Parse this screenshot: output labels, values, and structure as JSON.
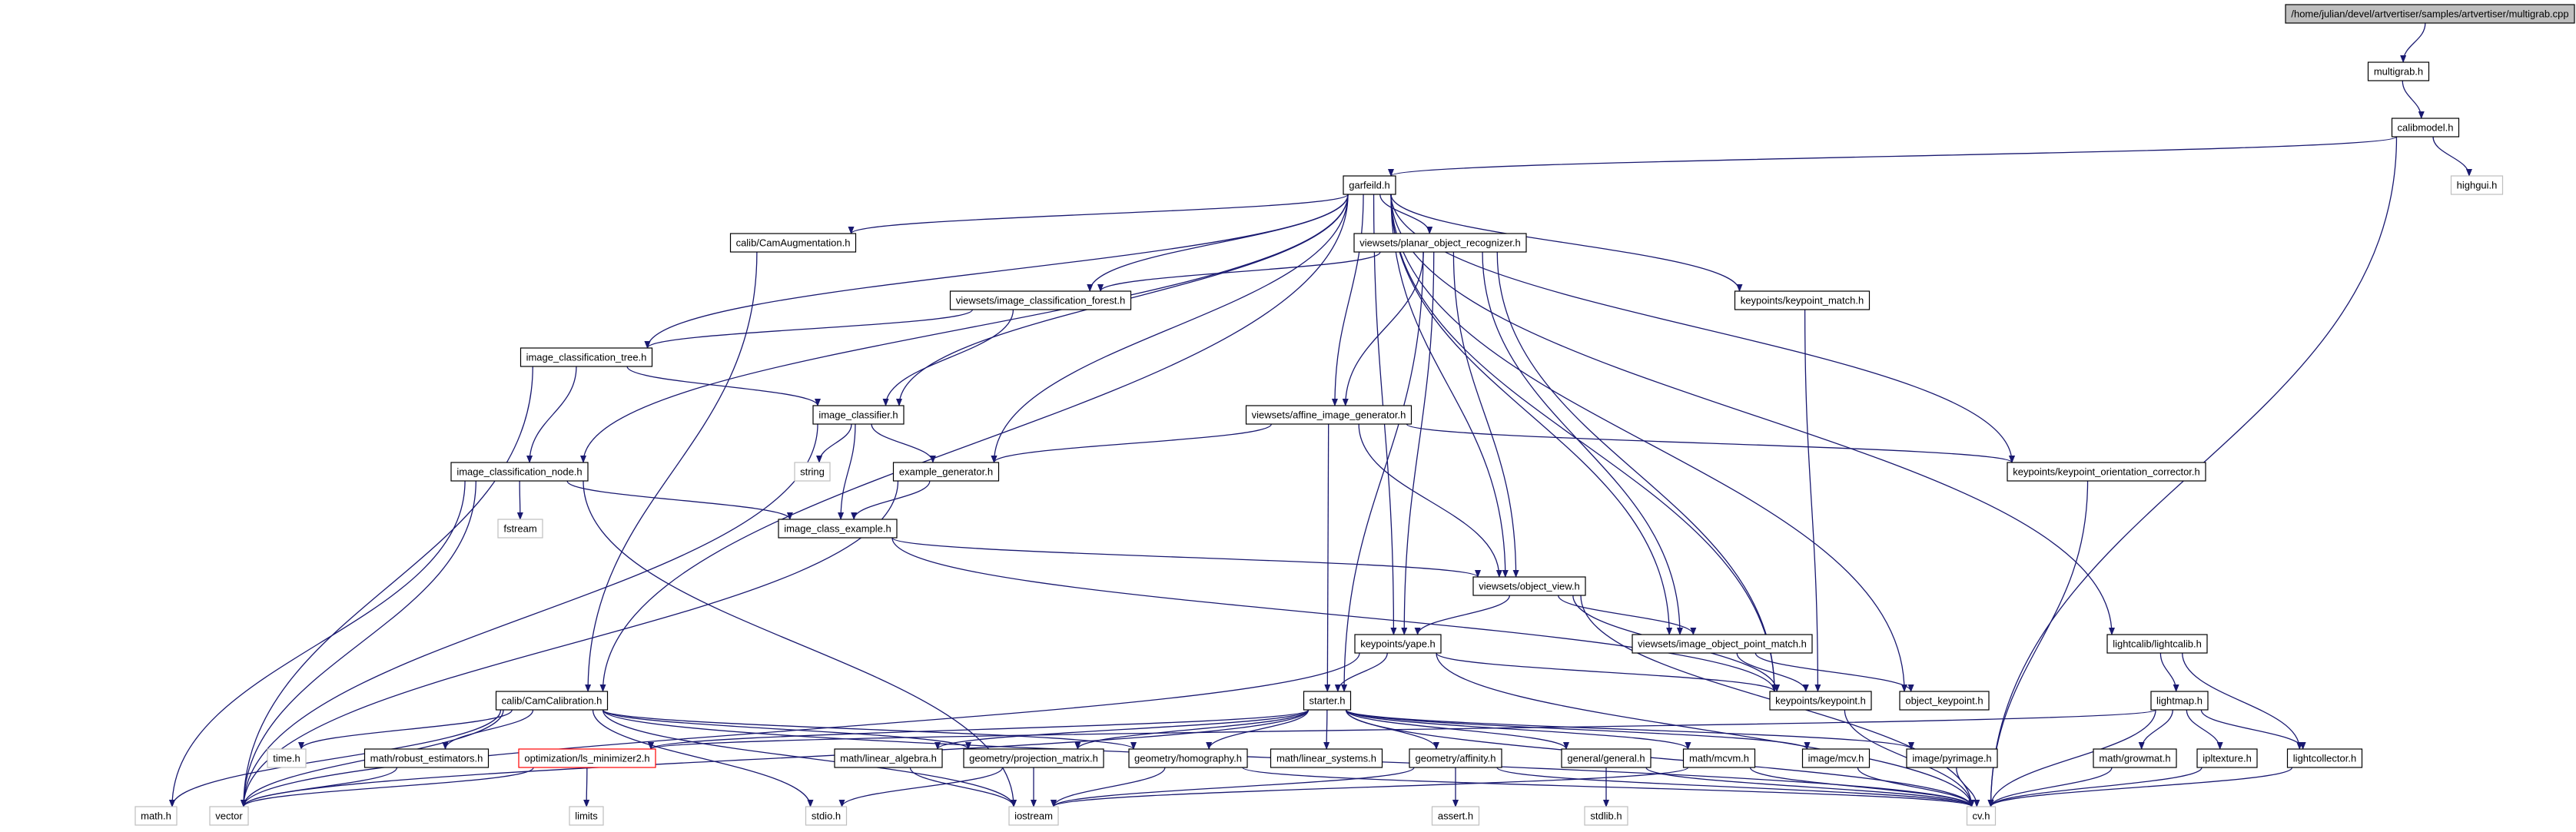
{
  "diagram": {
    "colors": {
      "edge": "#191970",
      "node_border": "#000000",
      "external_border": "#bfbfbf",
      "highlight_border": "#ff0000",
      "root_fill": "#bfbfbf",
      "node_fill": "#ffffff"
    },
    "nodes": [
      {
        "id": "root",
        "label": "/home/julian/devel/artvertiser/samples/artvertiser/multigrab.cpp",
        "style": "root"
      },
      {
        "id": "multigrab_h",
        "label": "multigrab.h",
        "style": "normal"
      },
      {
        "id": "calibmodel_h",
        "label": "calibmodel.h",
        "style": "normal"
      },
      {
        "id": "highgui_h",
        "label": "highgui.h",
        "style": "external"
      },
      {
        "id": "garfeild_h",
        "label": "garfeild.h",
        "style": "normal"
      },
      {
        "id": "camaug_h",
        "label": "calib/CamAugmentation.h",
        "style": "normal"
      },
      {
        "id": "planar_h",
        "label": "viewsets/planar_object_recognizer.h",
        "style": "normal"
      },
      {
        "id": "kpmatch_h",
        "label": "keypoints/keypoint_match.h",
        "style": "normal"
      },
      {
        "id": "icforest_h",
        "label": "viewsets/image_classification_forest.h",
        "style": "normal"
      },
      {
        "id": "ictree_h",
        "label": "image_classification_tree.h",
        "style": "normal"
      },
      {
        "id": "classifier_h",
        "label": "image_classifier.h",
        "style": "normal"
      },
      {
        "id": "affine_h",
        "label": "viewsets/affine_image_generator.h",
        "style": "normal"
      },
      {
        "id": "icnode_h",
        "label": "image_classification_node.h",
        "style": "normal"
      },
      {
        "id": "string",
        "label": "string",
        "style": "external"
      },
      {
        "id": "examplegen_h",
        "label": "example_generator.h",
        "style": "normal"
      },
      {
        "id": "kporient_h",
        "label": "keypoints/keypoint_orientation_corrector.h",
        "style": "normal"
      },
      {
        "id": "fstream",
        "label": "fstream",
        "style": "external"
      },
      {
        "id": "icexample_h",
        "label": "image_class_example.h",
        "style": "normal"
      },
      {
        "id": "objview_h",
        "label": "viewsets/object_view.h",
        "style": "normal"
      },
      {
        "id": "yape_h",
        "label": "keypoints/yape.h",
        "style": "normal"
      },
      {
        "id": "iopm_h",
        "label": "viewsets/image_object_point_match.h",
        "style": "normal"
      },
      {
        "id": "lightcalib_h",
        "label": "lightcalib/lightcalib.h",
        "style": "normal"
      },
      {
        "id": "camcalib_h",
        "label": "calib/CamCalibration.h",
        "style": "normal"
      },
      {
        "id": "starter_h",
        "label": "starter.h",
        "style": "normal"
      },
      {
        "id": "kp_h",
        "label": "keypoints/keypoint.h",
        "style": "normal"
      },
      {
        "id": "objkp_h",
        "label": "object_keypoint.h",
        "style": "normal"
      },
      {
        "id": "lightmap_h",
        "label": "lightmap.h",
        "style": "normal"
      },
      {
        "id": "time_h",
        "label": "time.h",
        "style": "external"
      },
      {
        "id": "robust_h",
        "label": "math/robust_estimators.h",
        "style": "normal"
      },
      {
        "id": "lsmin_h",
        "label": "optimization/ls_minimizer2.h",
        "style": "highlight"
      },
      {
        "id": "linalg_h",
        "label": "math/linear_algebra.h",
        "style": "normal"
      },
      {
        "id": "projmat_h",
        "label": "geometry/projection_matrix.h",
        "style": "normal"
      },
      {
        "id": "homog_h",
        "label": "geometry/homography.h",
        "style": "normal"
      },
      {
        "id": "linsys_h",
        "label": "math/linear_systems.h",
        "style": "normal"
      },
      {
        "id": "affinity_h",
        "label": "geometry/affinity.h",
        "style": "normal"
      },
      {
        "id": "general_h",
        "label": "general/general.h",
        "style": "normal"
      },
      {
        "id": "mcvm_h",
        "label": "math/mcvm.h",
        "style": "normal"
      },
      {
        "id": "mcv_h",
        "label": "image/mcv.h",
        "style": "normal"
      },
      {
        "id": "pyrimage_h",
        "label": "image/pyrimage.h",
        "style": "normal"
      },
      {
        "id": "growmat_h",
        "label": "math/growmat.h",
        "style": "normal"
      },
      {
        "id": "ipltexture_h",
        "label": "ipltexture.h",
        "style": "normal"
      },
      {
        "id": "lightcollector_h",
        "label": "lightcollector.h",
        "style": "normal"
      },
      {
        "id": "math_h",
        "label": "math.h",
        "style": "external"
      },
      {
        "id": "vector",
        "label": "vector",
        "style": "external"
      },
      {
        "id": "limits",
        "label": "limits",
        "style": "external"
      },
      {
        "id": "stdio_h",
        "label": "stdio.h",
        "style": "external"
      },
      {
        "id": "iostream",
        "label": "iostream",
        "style": "external"
      },
      {
        "id": "assert_h",
        "label": "assert.h",
        "style": "external"
      },
      {
        "id": "stdlib_h",
        "label": "stdlib.h",
        "style": "external"
      },
      {
        "id": "cv_h",
        "label": "cv.h",
        "style": "external"
      }
    ],
    "edges": [
      [
        "root",
        "multigrab_h"
      ],
      [
        "multigrab_h",
        "calibmodel_h"
      ],
      [
        "calibmodel_h",
        "garfeild_h"
      ],
      [
        "calibmodel_h",
        "highgui_h"
      ],
      [
        "calibmodel_h",
        "cv_h"
      ],
      [
        "garfeild_h",
        "camaug_h"
      ],
      [
        "garfeild_h",
        "planar_h"
      ],
      [
        "garfeild_h",
        "kpmatch_h"
      ],
      [
        "garfeild_h",
        "icforest_h"
      ],
      [
        "garfeild_h",
        "ictree_h"
      ],
      [
        "garfeild_h",
        "classifier_h"
      ],
      [
        "garfeild_h",
        "affine_h"
      ],
      [
        "garfeild_h",
        "icnode_h"
      ],
      [
        "garfeild_h",
        "examplegen_h"
      ],
      [
        "garfeild_h",
        "kporient_h"
      ],
      [
        "garfeild_h",
        "objview_h"
      ],
      [
        "garfeild_h",
        "yape_h"
      ],
      [
        "garfeild_h",
        "iopm_h"
      ],
      [
        "garfeild_h",
        "lightcalib_h"
      ],
      [
        "garfeild_h",
        "camcalib_h"
      ],
      [
        "garfeild_h",
        "kp_h"
      ],
      [
        "garfeild_h",
        "objkp_h"
      ],
      [
        "camaug_h",
        "camcalib_h"
      ],
      [
        "planar_h",
        "icforest_h"
      ],
      [
        "planar_h",
        "affine_h"
      ],
      [
        "planar_h",
        "objview_h"
      ],
      [
        "planar_h",
        "yape_h"
      ],
      [
        "planar_h",
        "starter_h"
      ],
      [
        "planar_h",
        "iopm_h"
      ],
      [
        "planar_h",
        "kp_h"
      ],
      [
        "kpmatch_h",
        "kp_h"
      ],
      [
        "icforest_h",
        "ictree_h"
      ],
      [
        "icforest_h",
        "classifier_h"
      ],
      [
        "ictree_h",
        "classifier_h"
      ],
      [
        "ictree_h",
        "icnode_h"
      ],
      [
        "ictree_h",
        "vector"
      ],
      [
        "classifier_h",
        "string"
      ],
      [
        "classifier_h",
        "examplegen_h"
      ],
      [
        "classifier_h",
        "icexample_h"
      ],
      [
        "classifier_h",
        "vector"
      ],
      [
        "affine_h",
        "examplegen_h"
      ],
      [
        "affine_h",
        "kporient_h"
      ],
      [
        "affine_h",
        "objview_h"
      ],
      [
        "affine_h",
        "starter_h"
      ],
      [
        "icnode_h",
        "fstream"
      ],
      [
        "icnode_h",
        "icexample_h"
      ],
      [
        "icnode_h",
        "math_h"
      ],
      [
        "icnode_h",
        "vector"
      ],
      [
        "icnode_h",
        "iostream"
      ],
      [
        "examplegen_h",
        "icexample_h"
      ],
      [
        "examplegen_h",
        "vector"
      ],
      [
        "kporient_h",
        "cv_h"
      ],
      [
        "icexample_h",
        "objview_h"
      ],
      [
        "icexample_h",
        "kp_h"
      ],
      [
        "objview_h",
        "yape_h"
      ],
      [
        "objview_h",
        "iopm_h"
      ],
      [
        "objview_h",
        "kp_h"
      ],
      [
        "objview_h",
        "cv_h"
      ],
      [
        "yape_h",
        "starter_h"
      ],
      [
        "yape_h",
        "kp_h"
      ],
      [
        "yape_h",
        "vector"
      ],
      [
        "yape_h",
        "cv_h"
      ],
      [
        "iopm_h",
        "kp_h"
      ],
      [
        "iopm_h",
        "objkp_h"
      ],
      [
        "lightcalib_h",
        "lightmap_h"
      ],
      [
        "lightcalib_h",
        "lightcollector_h"
      ],
      [
        "camcalib_h",
        "time_h"
      ],
      [
        "camcalib_h",
        "robust_h"
      ],
      [
        "camcalib_h",
        "homog_h"
      ],
      [
        "camcalib_h",
        "projmat_h"
      ],
      [
        "camcalib_h",
        "math_h"
      ],
      [
        "camcalib_h",
        "vector"
      ],
      [
        "camcalib_h",
        "stdio_h"
      ],
      [
        "camcalib_h",
        "iostream"
      ],
      [
        "camcalib_h",
        "cv_h"
      ],
      [
        "starter_h",
        "lsmin_h"
      ],
      [
        "starter_h",
        "linalg_h"
      ],
      [
        "starter_h",
        "projmat_h"
      ],
      [
        "starter_h",
        "homog_h"
      ],
      [
        "starter_h",
        "linsys_h"
      ],
      [
        "starter_h",
        "affinity_h"
      ],
      [
        "starter_h",
        "general_h"
      ],
      [
        "starter_h",
        "mcvm_h"
      ],
      [
        "starter_h",
        "mcv_h"
      ],
      [
        "starter_h",
        "pyrimage_h"
      ],
      [
        "starter_h",
        "vector"
      ],
      [
        "starter_h",
        "cv_h"
      ],
      [
        "kp_h",
        "cv_h"
      ],
      [
        "lightmap_h",
        "growmat_h"
      ],
      [
        "lightmap_h",
        "ipltexture_h"
      ],
      [
        "lightmap_h",
        "lightcollector_h"
      ],
      [
        "lightmap_h",
        "lsmin_h"
      ],
      [
        "lightmap_h",
        "cv_h"
      ],
      [
        "robust_h",
        "vector"
      ],
      [
        "lsmin_h",
        "limits"
      ],
      [
        "lsmin_h",
        "vector"
      ],
      [
        "linalg_h",
        "iostream"
      ],
      [
        "projmat_h",
        "iostream"
      ],
      [
        "projmat_h",
        "stdio_h"
      ],
      [
        "homog_h",
        "iostream"
      ],
      [
        "homog_h",
        "cv_h"
      ],
      [
        "affinity_h",
        "assert_h"
      ],
      [
        "affinity_h",
        "iostream"
      ],
      [
        "affinity_h",
        "cv_h"
      ],
      [
        "general_h",
        "stdlib_h"
      ],
      [
        "general_h",
        "cv_h"
      ],
      [
        "mcvm_h",
        "iostream"
      ],
      [
        "mcvm_h",
        "cv_h"
      ],
      [
        "mcv_h",
        "cv_h"
      ],
      [
        "pyrimage_h",
        "cv_h"
      ],
      [
        "growmat_h",
        "cv_h"
      ],
      [
        "ipltexture_h",
        "cv_h"
      ],
      [
        "lightcollector_h",
        "cv_h"
      ]
    ]
  }
}
